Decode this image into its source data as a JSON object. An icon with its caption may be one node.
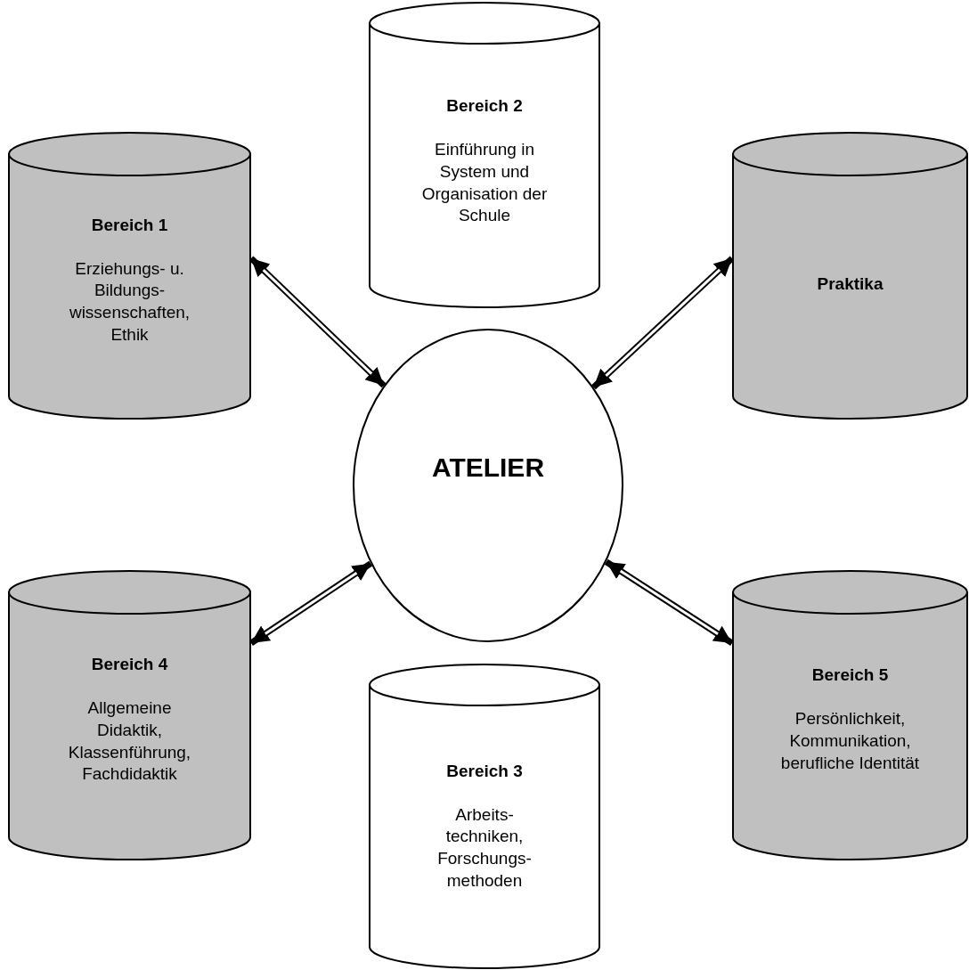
{
  "diagram": {
    "nodes": [
      {
        "text": [
          "Bereich 2",
          "Einführung in System und Organisation der Schule"
        ]
      },
      {
        "text": [
          "Bereich 1",
          "Erziehungs- u. Bildungs- wissenschaften, Ethik"
        ]
      },
      {
        "text": [
          "Praktika"
        ]
      },
      {
        "text": [
          "ATELIER"
        ]
      },
      {
        "text": [
          "Bereich 4",
          "Allgemeine Didaktik, Klassenführung, Fachdidaktik"
        ]
      },
      {
        "text": [
          "Bereich 5",
          "Persönlichkeit, Kommunikation, berufliche Identität"
        ]
      },
      {
        "text": [
          "Bereich 3",
          "Arbeits- techniken, Forschungs- methoden"
        ]
      }
    ],
    "edges": [
      {
        "from": 1,
        "to": 3,
        "arrow": "both"
      },
      {
        "from": 2,
        "to": 3,
        "arrow": "both"
      },
      {
        "from": 4,
        "to": 3,
        "arrow": "both"
      },
      {
        "from": 5,
        "to": 3,
        "arrow": "both"
      }
    ]
  }
}
